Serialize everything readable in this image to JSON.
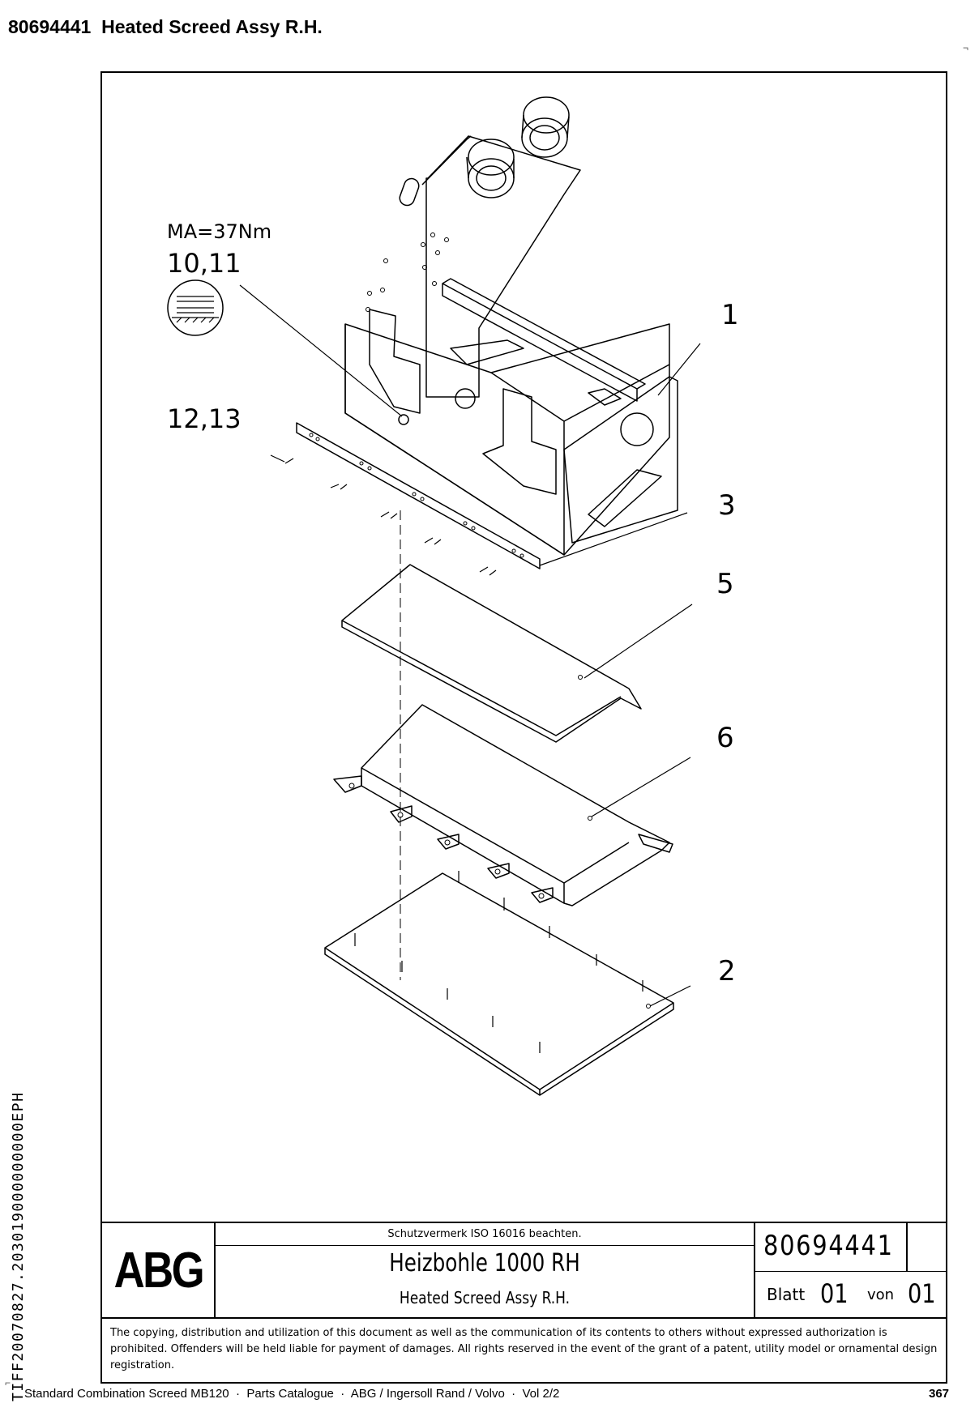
{
  "header": {
    "title": "80694441  Heated Screed Assy R.H."
  },
  "corner_mark": "¬",
  "side_code": "TIFF20070827.203019000000000EPH",
  "drawing": {
    "callouts": [
      {
        "label": "1"
      },
      {
        "label": "3"
      },
      {
        "label": "5"
      },
      {
        "label": "6"
      },
      {
        "label": "2"
      }
    ],
    "torque_note": "MA=37Nm",
    "torque_items": "10,11",
    "other_items": "12,13"
  },
  "title_block": {
    "logo": "ABG",
    "protection_note": "Schutzvermerk ISO 16016 beachten.",
    "title_de": "Heizbohle 1000 RH",
    "title_en": "Heated Screed Assy R.H.",
    "doc_number": "80694441",
    "sheet_label": "Blatt",
    "sheet_number": "01",
    "of_label": "von",
    "of_number": "01"
  },
  "copyright": "The copying, distribution and utilization of this document as well as the communication of its contents to others without expressed authorization is prohibited. Offenders will be held liable for payment of damages. All rights reserved in the event of the grant of a patent, utility model or ornamental design registration.",
  "footer": {
    "left_text": "Standard Combination Screed MB120  ·  Parts Catalogue  ·  ABG / Ingersoll Rand / Volvo  ·  Vol 2/2",
    "page_number": "367",
    "corner_mark": "⌐"
  }
}
